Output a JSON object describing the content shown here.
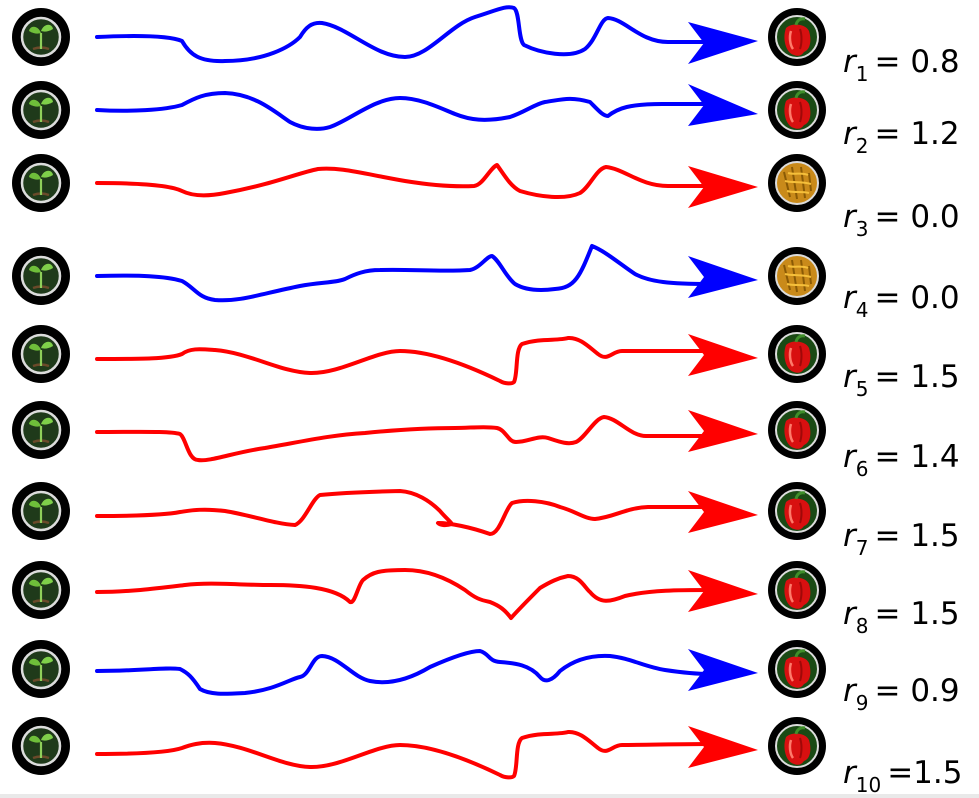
{
  "icons": {
    "seedling": "seedling-icon",
    "pepper_red": "red-pepper-icon",
    "pepper_withered": "withered-pepper-icon"
  },
  "colors": {
    "success": "#ff0000",
    "failure": "#0000ff",
    "badge_ring": "#000000",
    "seedling_bg": "#1f3a1a",
    "pepper_bg": "#1a4a14",
    "pepper_red": "#d81010",
    "pepper_withered": "#e49a10"
  },
  "trajectories": [
    {
      "id": 1,
      "color": "blue",
      "outcome": "red-pepper",
      "label": "r",
      "subscript": "1",
      "value": "= 0.8"
    },
    {
      "id": 2,
      "color": "blue",
      "outcome": "red-pepper",
      "label": "r",
      "subscript": "2",
      "value": "= 1.2"
    },
    {
      "id": 3,
      "color": "red",
      "outcome": "withered-pepper",
      "label": "r",
      "subscript": "3",
      "value": "= 0.0"
    },
    {
      "id": 4,
      "color": "blue",
      "outcome": "withered-pepper",
      "label": "r",
      "subscript": "4",
      "value": "= 0.0"
    },
    {
      "id": 5,
      "color": "red",
      "outcome": "red-pepper",
      "label": "r",
      "subscript": "5",
      "value": "= 1.5"
    },
    {
      "id": 6,
      "color": "red",
      "outcome": "red-pepper",
      "label": "r",
      "subscript": "6",
      "value": "= 1.4"
    },
    {
      "id": 7,
      "color": "red",
      "outcome": "red-pepper",
      "label": "r",
      "subscript": "7",
      "value": "= 1.5"
    },
    {
      "id": 8,
      "color": "red",
      "outcome": "red-pepper",
      "label": "r",
      "subscript": "8",
      "value": "= 1.5"
    },
    {
      "id": 9,
      "color": "blue",
      "outcome": "red-pepper",
      "label": "r",
      "subscript": "9",
      "value": "= 0.9"
    },
    {
      "id": 10,
      "color": "red",
      "outcome": "red-pepper",
      "label": "r",
      "subscript": "10",
      "value": "=1.5"
    }
  ]
}
